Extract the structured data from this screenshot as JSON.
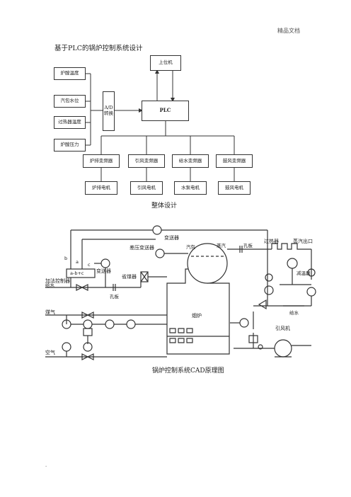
{
  "header": {
    "watermark": "精品文档"
  },
  "doc": {
    "title": "基于PLC的锅炉控制系统设计"
  },
  "block_diagram": {
    "top": "上位机",
    "inputs": [
      "炉膛温度",
      "汽包水位",
      "过热器温度",
      "炉膛压力"
    ],
    "ad_line1": "A/D",
    "ad_line2": "转换",
    "plc": "PLC",
    "vfds": [
      "炉排变频器",
      "引风变频器",
      "给水变频器",
      "鼓风变频器"
    ],
    "motors": [
      "炉排电机",
      "引风电机",
      "水泵电机",
      "鼓风电机"
    ],
    "caption": "整体设计"
  },
  "cad": {
    "labels": {
      "transmitter_top": "变送器",
      "diff_transmitter": "差压变送器",
      "steam": "汽包",
      "steam_out": "蒸汽",
      "orifice_top": "孔板",
      "superheater": "过热器",
      "steam_outlet": "蒸汽出口",
      "desuperheater": "减温器",
      "feedwater_right": "给水",
      "induced_fan": "引风机",
      "b": "b",
      "a": "a",
      "c": "c",
      "formula": "a-b+c",
      "adder": "加法控制器",
      "transmitter_left": "变送器",
      "economizer": "省煤器",
      "feedwater_left": "给水",
      "orifice_left": "孔板",
      "coal": "煤气",
      "furnace": "烟炉",
      "air": "空气"
    },
    "caption": "锅炉控制系统CAD原理图"
  },
  "footer": {
    "mark": "-"
  }
}
